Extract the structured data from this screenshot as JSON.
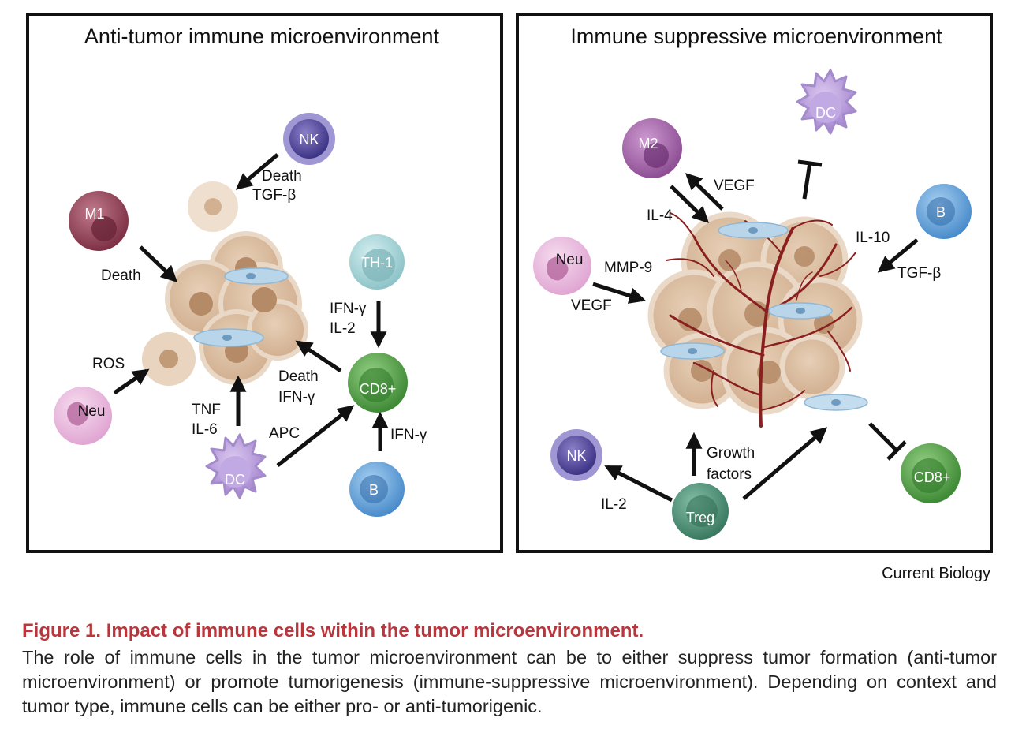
{
  "panels": {
    "left": {
      "title": "Anti-tumor immune microenvironment",
      "cells": {
        "nk": "NK",
        "m1": "M1",
        "th1": "TH-1",
        "cd8": "CD8+",
        "neu": "Neu",
        "dc": "DC",
        "b": "B"
      },
      "labels": {
        "death_top": "Death",
        "tgf": "TGF-β",
        "death_m1": "Death",
        "ros": "ROS",
        "ifn_g_th1": "IFN-γ",
        "il2": "IL-2",
        "death_cd8": "Death",
        "ifn_g_cd8": "IFN-γ",
        "tnf": "TNF",
        "il6": "IL-6",
        "apc": "APC",
        "ifn_g_b": "IFN-γ"
      }
    },
    "right": {
      "title": "Immune suppressive microenvironment",
      "cells": {
        "dc": "DC",
        "m2": "M2",
        "b": "B",
        "neu": "Neu",
        "nk": "NK",
        "treg": "Treg",
        "cd8": "CD8+"
      },
      "labels": {
        "vegf_top": "VEGF",
        "il4": "IL-4",
        "il10": "IL-10",
        "tgf": "TGF-β",
        "mmp9": "MMP-9",
        "vegf_neu": "VEGF",
        "growth": "Growth",
        "factors": "factors",
        "il2": "IL-2"
      }
    }
  },
  "credit": "Current Biology",
  "caption": {
    "title": "Figure 1. Impact of immune cells within the tumor microenvironment.",
    "body": "The role of immune cells in the tumor microenvironment can be to either suppress tumor formation (anti-tumor microenvironment) or promote tumorigenesis (immune-suppressive microenvironment). Depending on context and tumor type, immune cells can be either pro- or anti-tumorigenic."
  },
  "colors": {
    "tumor": "#d7b89a",
    "tumor_nucleus": "#b08460",
    "nk": "#5a4f9e",
    "m1": "#9c4a5e",
    "m2": "#a36aa8",
    "th1": "#a6d3d6",
    "cd8": "#5faa4f",
    "neu": "#e7b6dc",
    "dc": "#b79ad6",
    "b": "#5d9fd6",
    "treg": "#4b8b72",
    "vessel": "#8a1f1f",
    "caption_title": "#b8373c"
  }
}
